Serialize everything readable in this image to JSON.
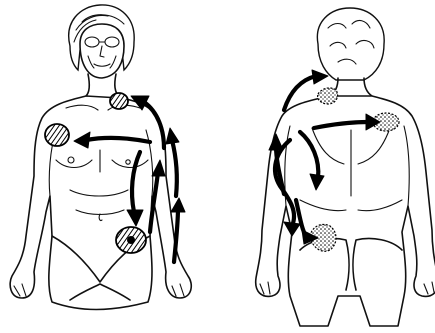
{
  "figure": {
    "views": [
      {
        "id": "front",
        "icon": "human-body-front-icon"
      },
      {
        "id": "back",
        "icon": "human-body-back-icon"
      }
    ],
    "pain_areas": {
      "front": [
        "right-chest",
        "left-shoulder-front",
        "left-hip"
      ],
      "back": [
        "upper-back-neck",
        "left-scapula",
        "right-buttock"
      ]
    },
    "referral_arrows": {
      "front": [
        "shoulder-to-chest",
        "arm-up-to-shoulder",
        "chest-down-to-hip",
        "hip-up-to-forearm"
      ],
      "back": [
        "upper-arm-up-to-neck",
        "neck-to-scapula",
        "arm-down-to-buttock",
        "back-curve-down"
      ]
    },
    "colors": {
      "ink": "#111111",
      "background": "#ffffff"
    }
  }
}
